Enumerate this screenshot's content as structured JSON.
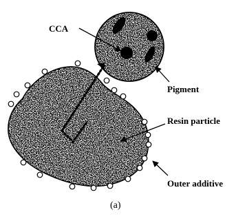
{
  "diagram": {
    "labels": {
      "cca": "CCA",
      "pigment": "Pigment",
      "resin_particle": "Resin particle",
      "outer_additive": "Outer additive"
    },
    "caption": "(a)"
  },
  "colors": {
    "ink": "#000000",
    "background": "#ffffff",
    "speckle": "#9a9a9a"
  }
}
